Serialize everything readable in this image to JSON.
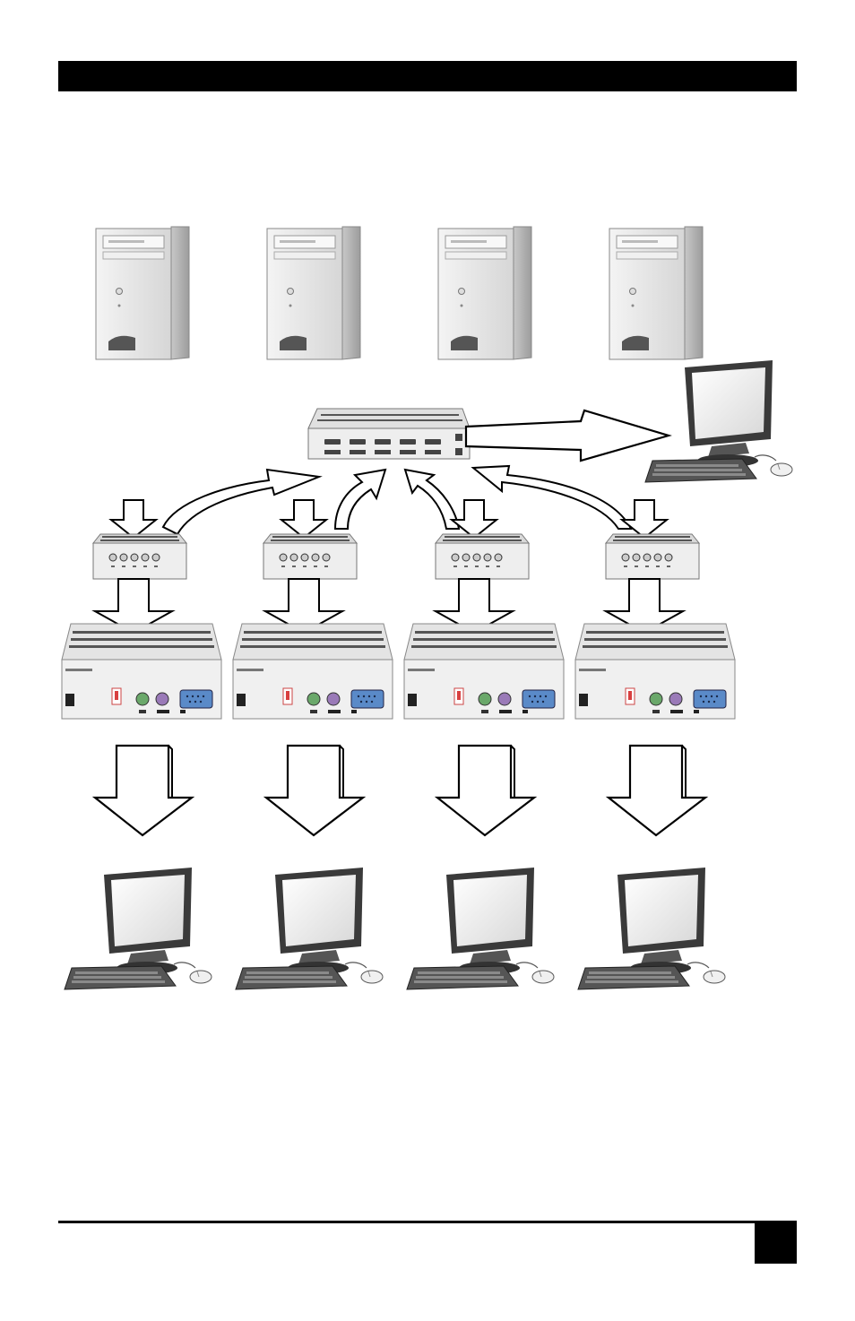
{
  "page": {
    "background": "#ffffff",
    "accent": "#000000"
  },
  "diagram": {
    "server_icon": "tower-computer-icon",
    "monitor_icon": "lcd-monitor-keyboard-mouse-icon",
    "switch_icon": "kvm-switch-icon",
    "servers": 4,
    "remote_units": 4,
    "workstations": 4,
    "colors": {
      "chassis": "#e8e8e8",
      "chassis_dark": "#b8b8b8",
      "ps2_green": "#6aa86a",
      "ps2_purple": "#9a7ab8",
      "vga_blue": "#5a8ac8",
      "led_red": "#d84040"
    }
  }
}
